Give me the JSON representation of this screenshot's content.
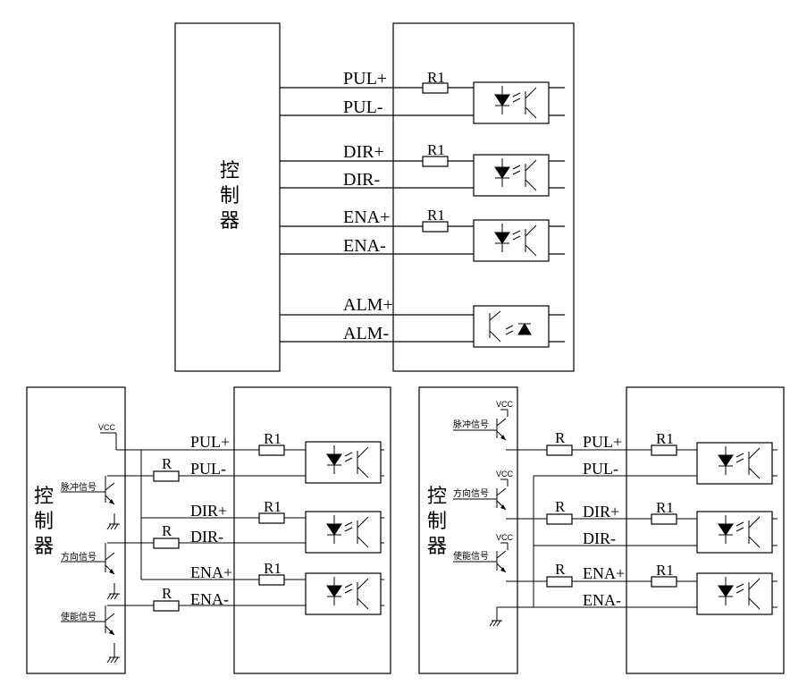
{
  "top": {
    "controller_chars": [
      "控",
      "制",
      "器"
    ],
    "signals": [
      "PUL+",
      "PUL-",
      "DIR+",
      "DIR-",
      "ENA+",
      "ENA-",
      "ALM+",
      "ALM-"
    ],
    "resistor": "R1"
  },
  "bottom_left": {
    "controller_chars": [
      "控",
      "制",
      "器"
    ],
    "vcc": "VCC",
    "inputs": [
      "脉冲信号",
      "方向信号",
      "使能信号"
    ],
    "series_resistor": "R",
    "signals": [
      "PUL+",
      "PUL-",
      "DIR+",
      "DIR-",
      "ENA+",
      "ENA-"
    ],
    "resistor": "R1"
  },
  "bottom_right": {
    "controller_chars": [
      "控",
      "制",
      "器"
    ],
    "vcc": "VCC",
    "inputs": [
      "脉冲信号",
      "方向信号",
      "使能信号"
    ],
    "series_resistor": "R",
    "signals": [
      "PUL+",
      "PUL-",
      "DIR+",
      "DIR-",
      "ENA+",
      "ENA-"
    ],
    "resistor": "R1"
  }
}
